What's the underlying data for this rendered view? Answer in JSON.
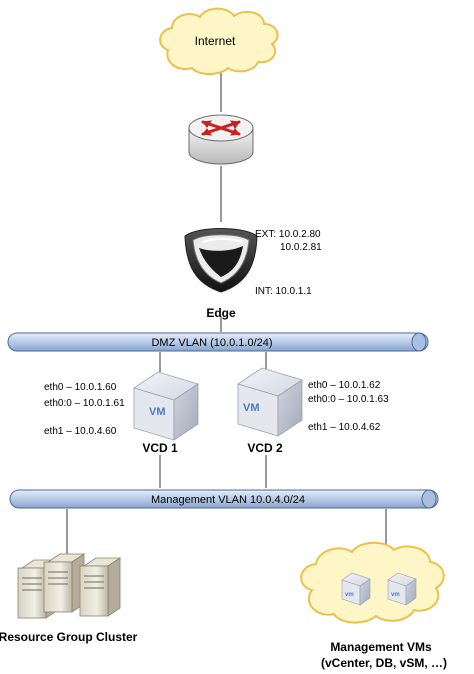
{
  "nodes": {
    "internet": {
      "label": "Internet",
      "icon": "cloud-icon"
    },
    "router": {
      "icon": "router-icon"
    },
    "edge": {
      "label": "Edge",
      "icon": "shield-icon",
      "ext_label": "EXT: 10.0.2.80",
      "ext_label2": "10.0.2.81",
      "int_label": "INT: 10.0.1.1"
    },
    "vcd1": {
      "label": "VCD 1",
      "icon": "vm-cube-icon",
      "eth0": "eth0 – 10.0.1.60",
      "eth00": "eth0:0 – 10.0.1.61",
      "eth1": "eth1 – 10.0.4.60"
    },
    "vcd2": {
      "label": "VCD 2",
      "icon": "vm-cube-icon",
      "eth0": "eth0 – 10.0.1.62",
      "eth00": "eth0:0 – 10.0.1.63",
      "eth1": "eth1 – 10.0.4.62"
    },
    "cluster": {
      "label": "Resource Group Cluster",
      "icon": "server-icon"
    },
    "mgmt_vms": {
      "label": "Management VMs",
      "sublabel": "(vCenter, DB, vSM, …)",
      "icon": "cloud-icon",
      "vm_tag": "vm"
    }
  },
  "networks": {
    "dmz": {
      "label": "DMZ VLAN (10.0.1.0/24)"
    },
    "mgmt": {
      "label": "Management VLAN 10.0.4.0/24"
    }
  },
  "colors": {
    "cloud_fill": "#fff6c8",
    "cloud_stroke": "#e8c24a",
    "pipe_fill": "#bcd1ea",
    "pipe_stroke": "#4a6a9a",
    "line": "#555555"
  }
}
